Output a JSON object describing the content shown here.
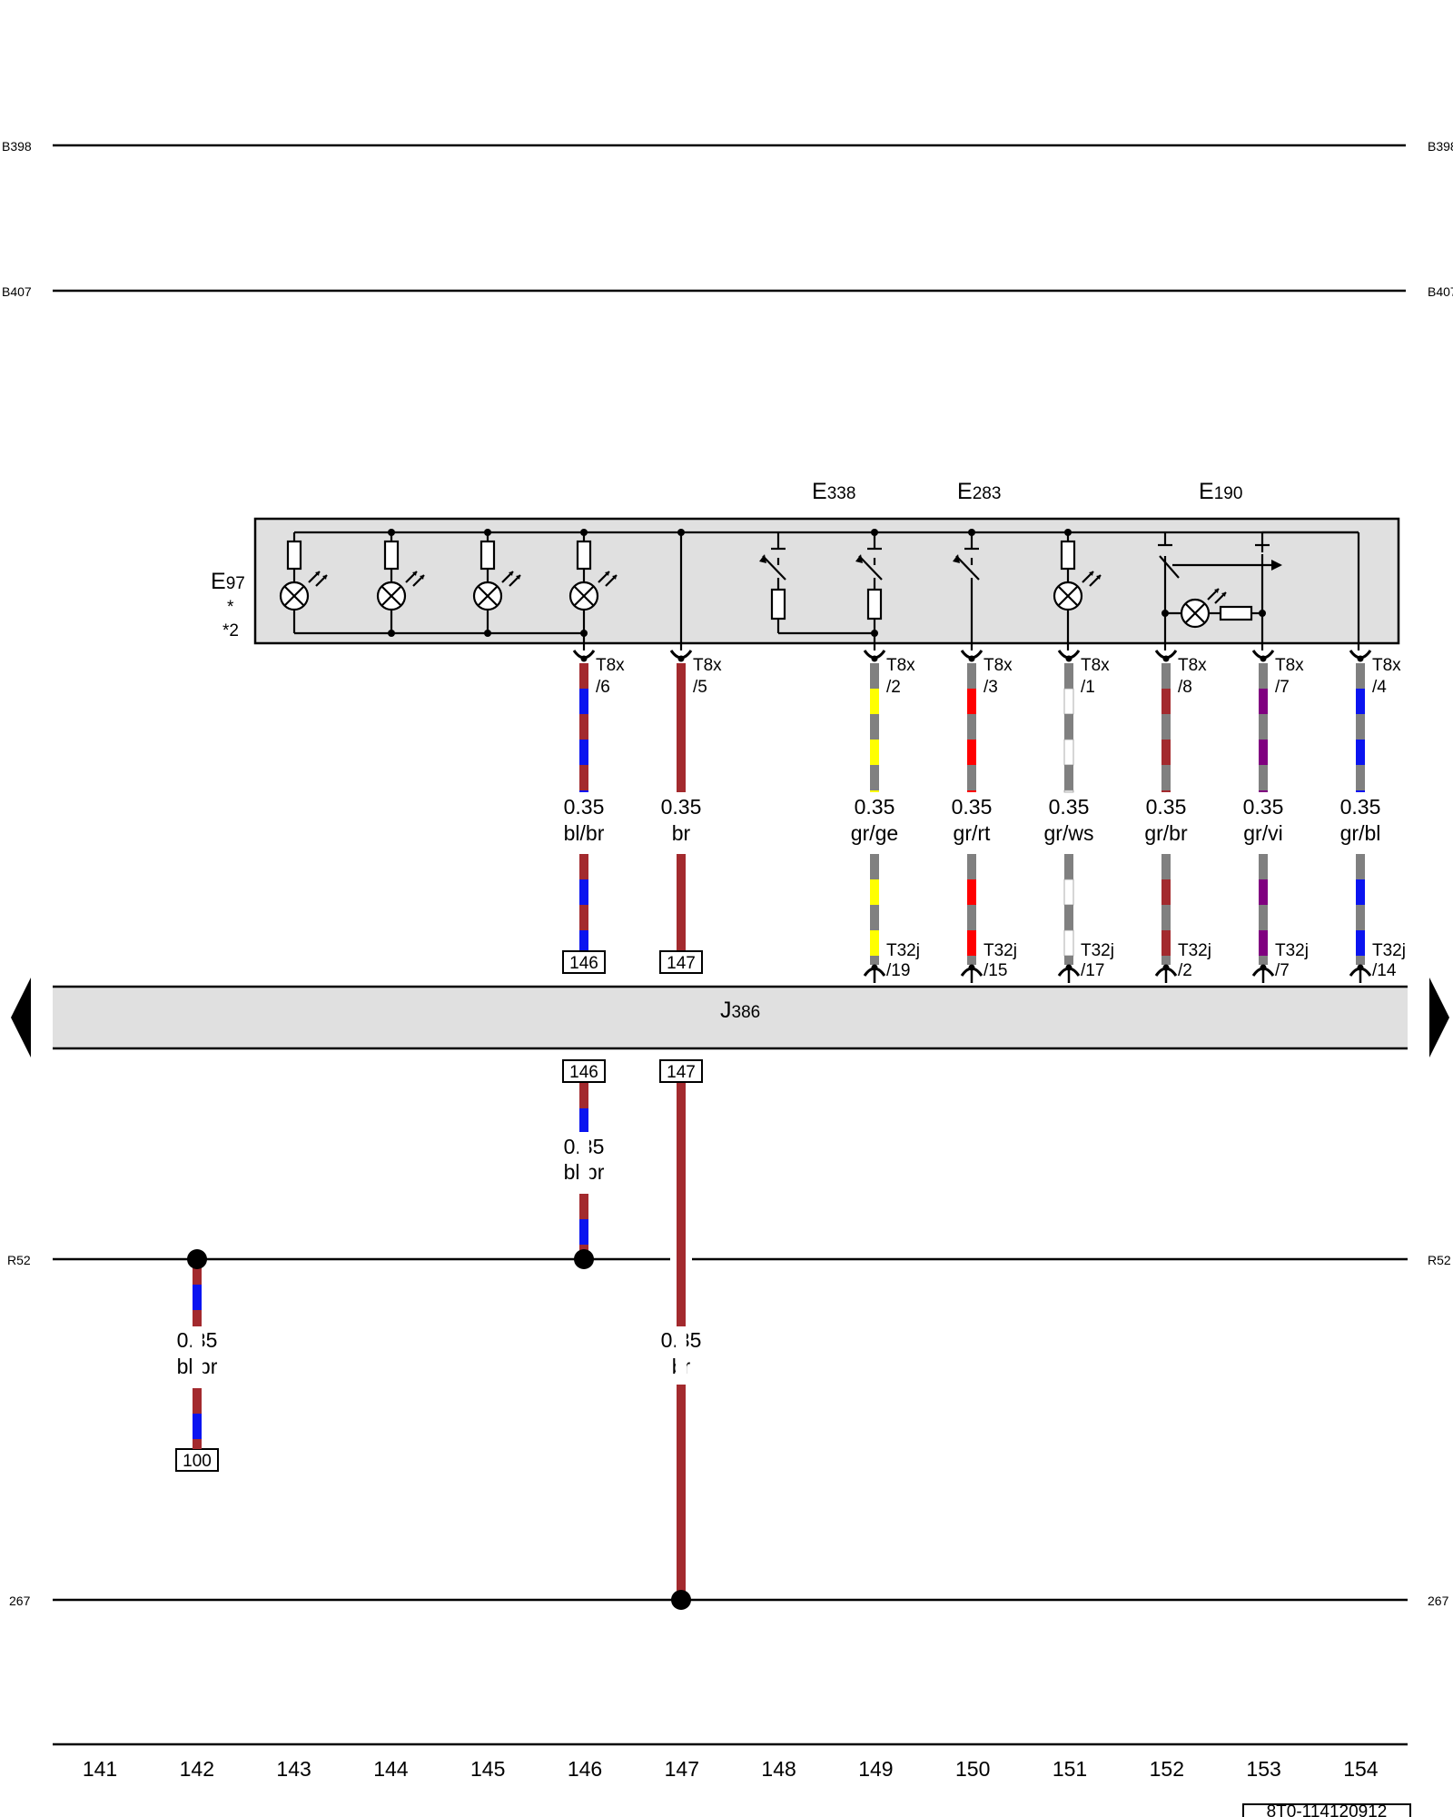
{
  "rails": {
    "b398": {
      "left": "B398",
      "right": "B398"
    },
    "b407": {
      "left": "B407",
      "right": "B407"
    },
    "r52": {
      "left": "R52",
      "right": "R52"
    },
    "r267": {
      "left": "267",
      "right": "267"
    }
  },
  "components": {
    "e97": {
      "main": "E",
      "sub": "97",
      "notes": [
        "*",
        "*2"
      ]
    },
    "e338": {
      "main": "E",
      "sub": "338"
    },
    "e283": {
      "main": "E",
      "sub": "283"
    },
    "e190": {
      "main": "E",
      "sub": "190"
    },
    "j386": {
      "main": "J",
      "sub": "386"
    }
  },
  "wires": [
    {
      "id": "w146",
      "size": "0.35",
      "color_code": "bl/br",
      "stripes": [
        "#a32a2e",
        "#0a14f0"
      ],
      "top_pin": {
        "name": "T8x",
        "num": "/6"
      },
      "ref": "146"
    },
    {
      "id": "w147",
      "size": "0.35",
      "color_code": "br",
      "stripes": [
        "#a32a2e",
        "#a32a2e"
      ],
      "top_pin": {
        "name": "T8x",
        "num": "/5"
      },
      "ref": "147"
    },
    {
      "id": "w149",
      "size": "0.35",
      "color_code": "gr/ge",
      "stripes": [
        "#808080",
        "#ffff00"
      ],
      "top_pin": {
        "name": "T8x",
        "num": "/2"
      },
      "bottom_pin": {
        "name": "T32j",
        "num": "/19"
      }
    },
    {
      "id": "w150",
      "size": "0.35",
      "color_code": "gr/rt",
      "stripes": [
        "#808080",
        "#ff0000"
      ],
      "top_pin": {
        "name": "T8x",
        "num": "/3"
      },
      "bottom_pin": {
        "name": "T32j",
        "num": "/15"
      }
    },
    {
      "id": "w151",
      "size": "0.35",
      "color_code": "gr/ws",
      "stripes": [
        "#808080",
        "#ffffff"
      ],
      "top_pin": {
        "name": "T8x",
        "num": "/1"
      },
      "bottom_pin": {
        "name": "T32j",
        "num": "/17"
      }
    },
    {
      "id": "w152",
      "size": "0.35",
      "color_code": "gr/br",
      "stripes": [
        "#808080",
        "#a32a2e"
      ],
      "top_pin": {
        "name": "T8x",
        "num": "/8"
      },
      "bottom_pin": {
        "name": "T32j",
        "num": "/2"
      }
    },
    {
      "id": "w153",
      "size": "0.35",
      "color_code": "gr/vi",
      "stripes": [
        "#808080",
        "#800080"
      ],
      "top_pin": {
        "name": "T8x",
        "num": "/7"
      },
      "bottom_pin": {
        "name": "T32j",
        "num": "/7"
      }
    },
    {
      "id": "w154",
      "size": "0.35",
      "color_code": "gr/bl",
      "stripes": [
        "#808080",
        "#0a14f0"
      ],
      "top_pin": {
        "name": "T8x",
        "num": "/4"
      },
      "bottom_pin": {
        "name": "T32j",
        "num": "/14"
      }
    }
  ],
  "lower_wires": [
    {
      "id": "lw146",
      "size": "0.35",
      "color_code": "bl/br",
      "ref": "146"
    },
    {
      "id": "lw147",
      "size": "0.35",
      "color_code": "br",
      "ref": "147"
    },
    {
      "id": "lw142",
      "size": "0.35",
      "color_code": "bl/br",
      "ref": "100"
    }
  ],
  "columns": [
    "141",
    "142",
    "143",
    "144",
    "145",
    "146",
    "147",
    "148",
    "149",
    "150",
    "151",
    "152",
    "153",
    "154"
  ],
  "diagram_id": "8T0-114120912",
  "colors": {
    "brown": "#a32a2e",
    "blue": "#0a14f0",
    "gray": "#808080",
    "yellow": "#ffff00",
    "red": "#ff0000",
    "violet": "#800080",
    "box_fill": "#e0e0e0"
  }
}
